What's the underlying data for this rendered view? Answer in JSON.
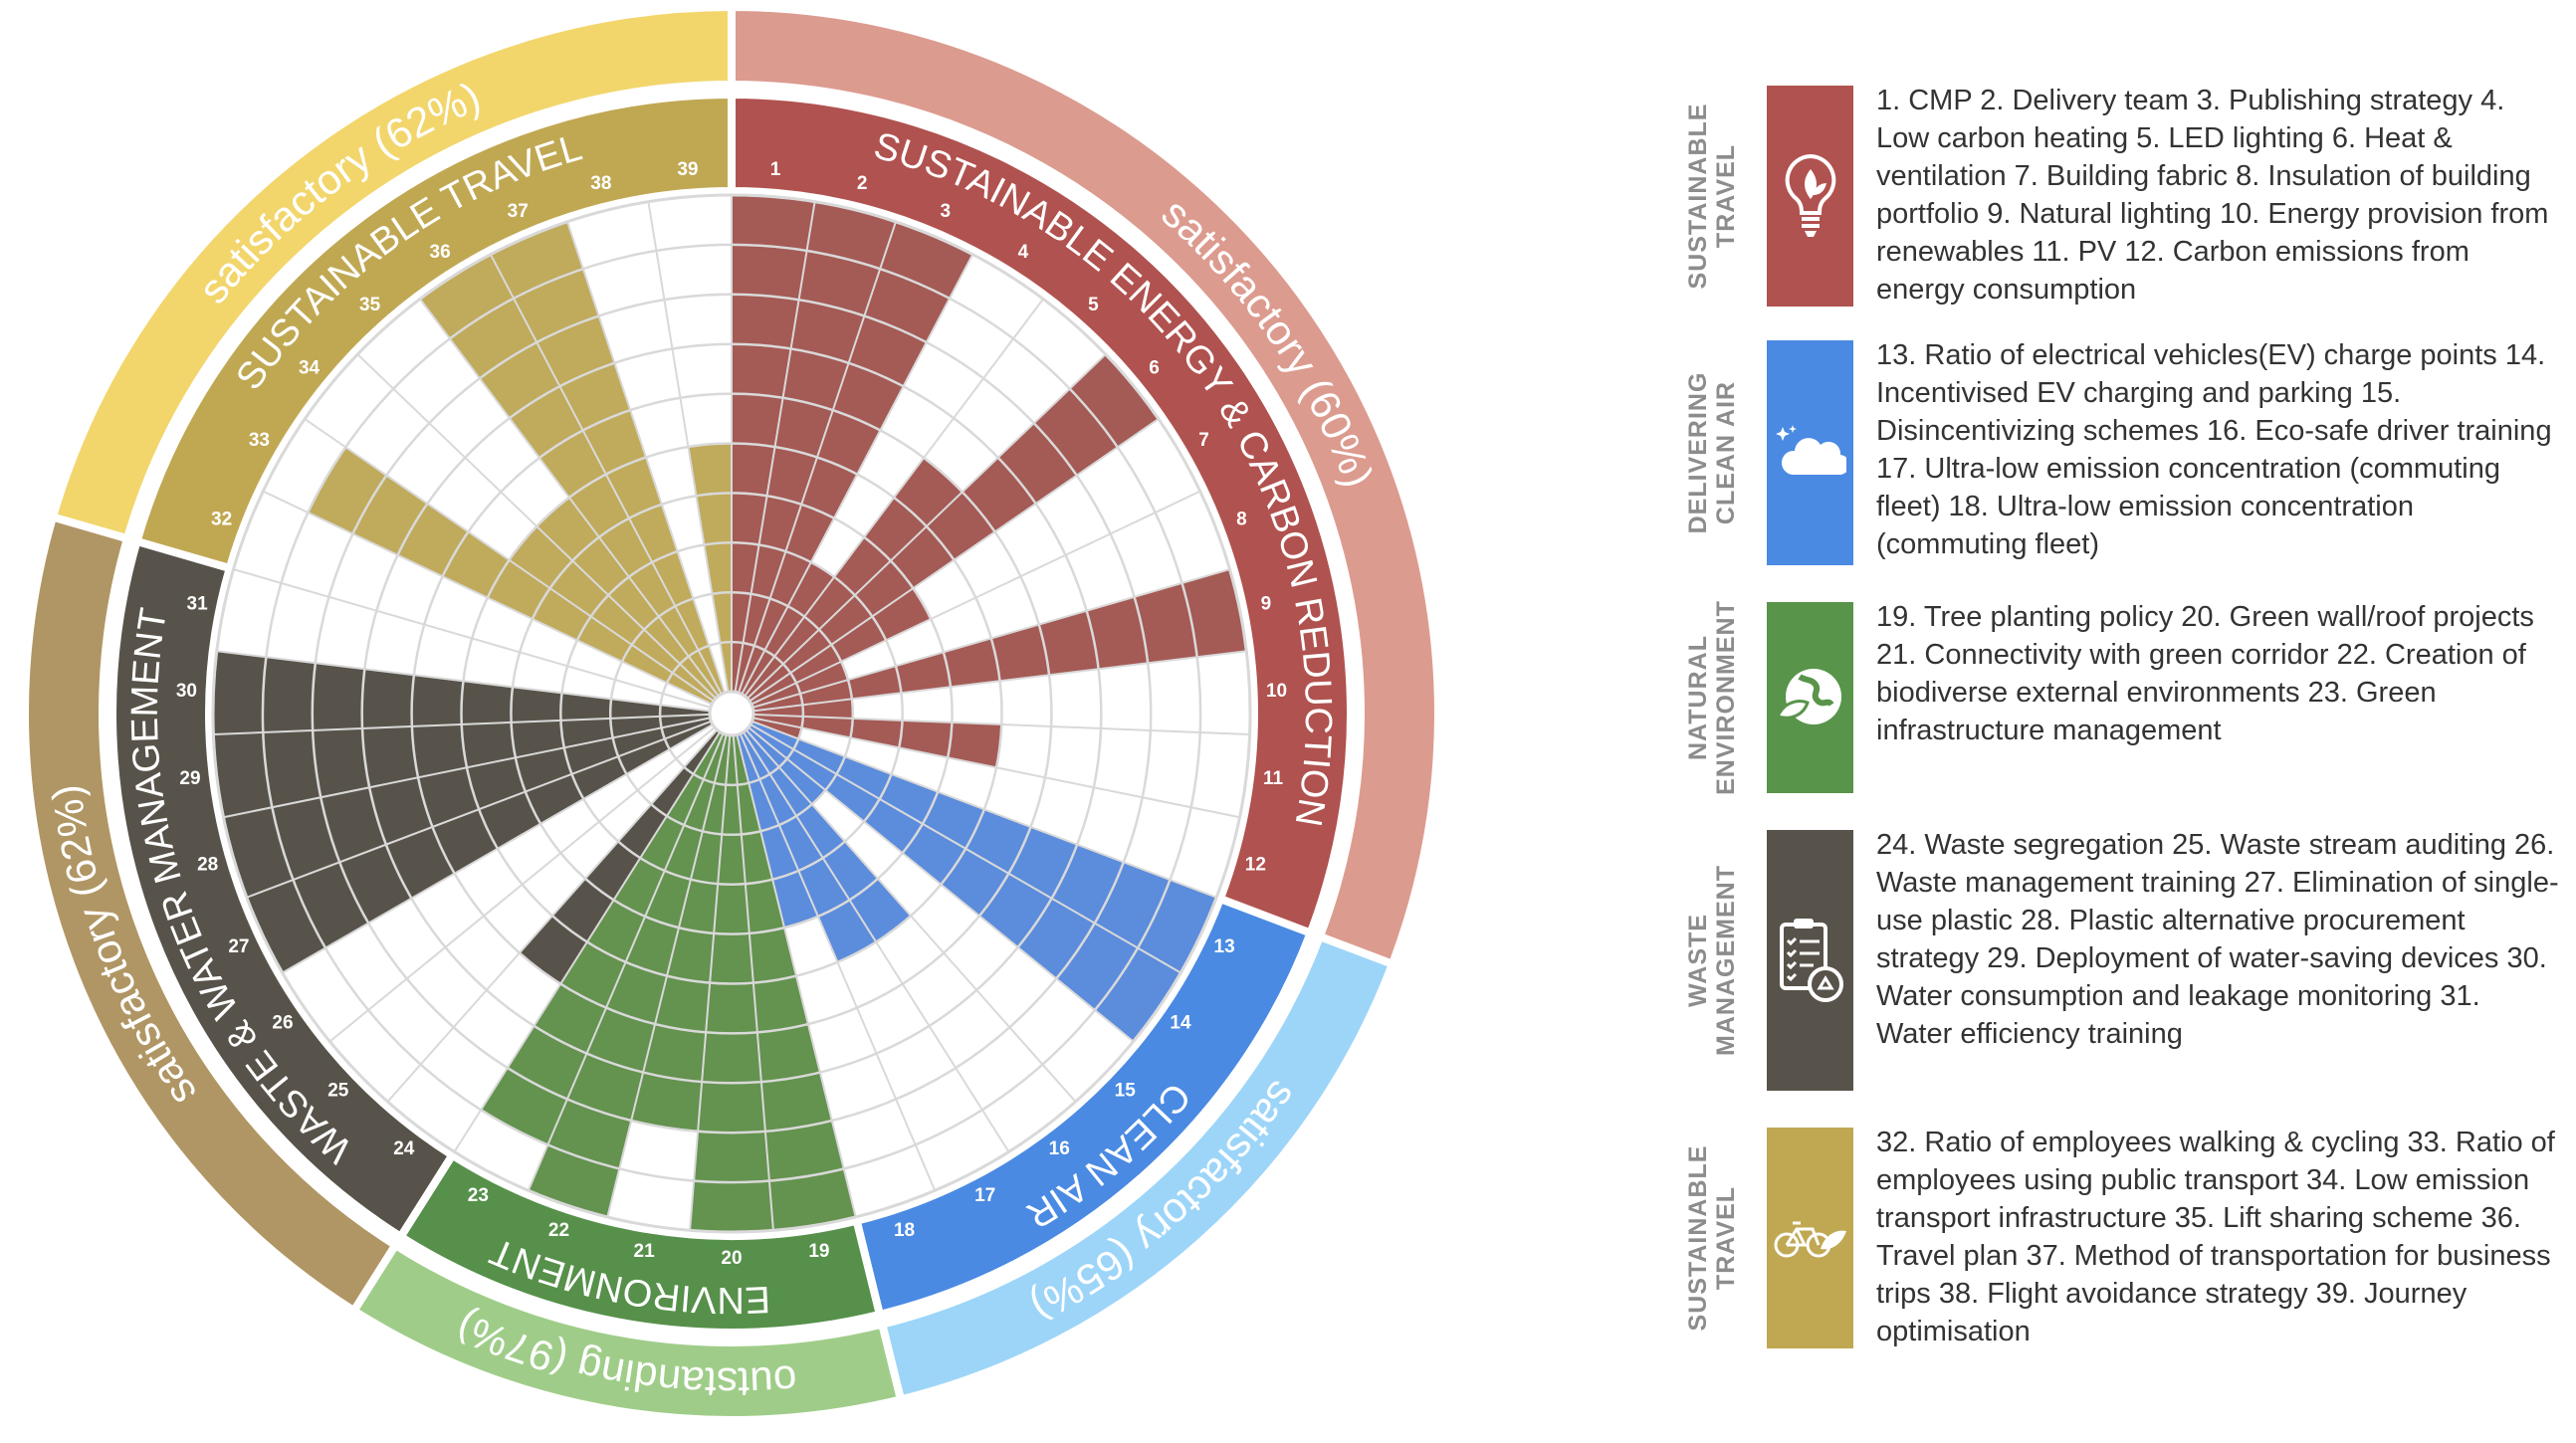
{
  "chart_data": {
    "type": "polar-bar",
    "categories": [
      "1",
      "2",
      "3",
      "4",
      "5",
      "6",
      "7",
      "8",
      "9",
      "10",
      "11",
      "12",
      "13",
      "14",
      "15",
      "16",
      "17",
      "18",
      "19",
      "20",
      "21",
      "22",
      "23",
      "24",
      "25",
      "26",
      "27",
      "28",
      "29",
      "30",
      "31",
      "32",
      "33",
      "34",
      "35",
      "36",
      "37",
      "38",
      "39"
    ],
    "values": [
      10,
      10,
      10,
      3,
      6,
      10,
      4,
      2,
      10,
      2,
      5,
      1,
      10,
      10,
      2,
      5,
      5,
      4,
      10,
      10,
      8,
      10,
      9,
      6,
      0,
      0,
      10,
      10,
      10,
      10,
      0,
      0,
      9,
      5,
      5,
      10,
      10,
      0,
      5
    ],
    "rlim": [
      0,
      10
    ],
    "grid": true,
    "groups": [
      {
        "name": "SUSTAINABLE ENERGY & CARBON REDUCTION",
        "rating": "satisfactory (60%)",
        "start": 1,
        "end": 12,
        "band_color": "#b0524f",
        "bar_color": "#a45a55",
        "ring_color": "#dc9b8f"
      },
      {
        "name": "CLEAN AIR",
        "rating": "satisfactory (65%)",
        "start": 13,
        "end": 18,
        "band_color": "#4a8ae2",
        "bar_color": "#5c8cdc",
        "ring_color": "#9dd5f8"
      },
      {
        "name": "ENVIRONMENT",
        "rating": "outstanding (97%)",
        "start": 19,
        "end": 23,
        "band_color": "#56904a",
        "bar_color": "#64924f",
        "ring_color": "#9fcd89"
      },
      {
        "name": "WASTE & WATER MANAGEMENT",
        "rating": "satisfactory (62%)",
        "start": 24,
        "end": 31,
        "band_color": "#58534a",
        "bar_color": "#58534a",
        "ring_color": "#b09664"
      },
      {
        "name": "SUSTAINABLE TRAVEL",
        "rating": "satisfactory (62%)",
        "start": 32,
        "end": 39,
        "band_color": "#c0a853",
        "bar_color": "#c0aa5c",
        "ring_color": "#f2d66c"
      }
    ]
  },
  "legend": [
    {
      "title_line1": "SUSTAINABLE",
      "title_line2": "TRAVEL",
      "icon": "lightbulb-leaf-icon",
      "color": "#b0524f",
      "text": "1. CMP 2. Delivery team 3. Publishing strategy 4. Low carbon heating 5. LED lighting 6. Heat & ventilation 7. Building fabric 8. Insulation of building portfolio 9. Natural lighting 10. Energy provision from renewables 11. PV 12. Carbon emissions from energy consumption"
    },
    {
      "title_line1": "DELIVERING",
      "title_line2": "CLEAN AIR",
      "icon": "cloud-sparkle-icon",
      "color": "#4a8ae2",
      "text": "13. Ratio of electrical vehicles(EV) charge points 14. Incentivised EV charging and parking 15. Disincentivizing schemes 16. Eco-safe driver training 17. Ultra-low emission concentration (commuting fleet) 18. Ultra-low emission concentration (commuting fleet)"
    },
    {
      "title_line1": "NATURAL",
      "title_line2": "ENVIRONMENT",
      "icon": "globe-leaf-icon",
      "color": "#58944a",
      "text": "19. Tree planting policy 20. Green wall/roof projects 21. Connectivity with green corridor 22. Creation of biodiverse external environments 23. Green infrastructure management"
    },
    {
      "title_line1": "WASTE",
      "title_line2": "MANAGEMENT",
      "icon": "clipboard-recycle-icon",
      "color": "#58534a",
      "text": "24. Waste segregation 25. Waste stream auditing 26. Waste management training 27. Elimination of single-use plastic 28. Plastic alternative procurement strategy 29. Deployment of water-saving devices 30. Water consumption and leakage monitoring 31. Water efficiency training"
    },
    {
      "title_line1": "SUSTAINABLE",
      "title_line2": "TRAVEL",
      "icon": "bicycle-leaf-icon",
      "color": "#c0a853",
      "text": "32. Ratio of employees walking & cycling 33. Ratio of employees using public transport 34. Low emission transport infrastructure 35. Lift sharing scheme 36. Travel plan 37. Method of transportation for business trips 38. Flight avoidance strategy 39. Journey optimisation"
    }
  ]
}
